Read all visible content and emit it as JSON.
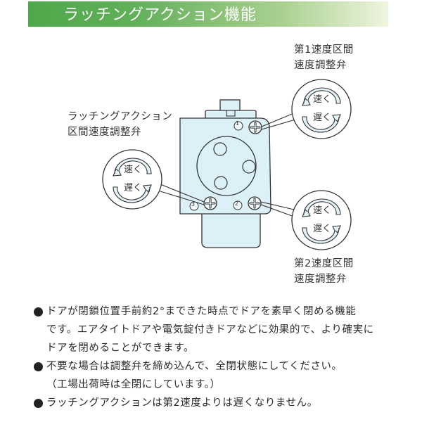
{
  "header": {
    "title": "ラッチングアクション機能"
  },
  "diagram": {
    "labels": {
      "latching_valve": [
        "ラッチングアクション",
        "区間速度調整弁"
      ],
      "first_speed_valve": [
        "第1速度区間",
        "速度調整弁"
      ],
      "second_speed_valve": [
        "第2速度区間",
        "速度調整弁"
      ]
    },
    "dial": {
      "fast": "速く",
      "slow": "遅く"
    },
    "body_numbers": {
      "top_right": "1",
      "bottom_right": "2",
      "bottom_left": "3"
    },
    "colors": {
      "body_fill": "#dcf0f8",
      "outline": "#333333",
      "arrow_fill": "#e4f3f8"
    }
  },
  "notes": [
    {
      "lines": [
        "ドアが閉鎖位置手前約2°まできた時点でドアを素早く閉める機能",
        "です。エアタイトドアや電気錠付きドアなどに効果的で、より確実に",
        "ドアを閉めることができます。"
      ]
    },
    {
      "lines": [
        "不要な場合は調整弁を締め込んで、全閉状態にしてください。",
        "（工場出荷時は全閉にしています。）"
      ]
    },
    {
      "lines": [
        "ラッチングアクションは第2速度よりは遅くなりません。"
      ]
    }
  ],
  "colors": {
    "header_green": "#4ea84a",
    "header_fade": "#eef5df"
  }
}
